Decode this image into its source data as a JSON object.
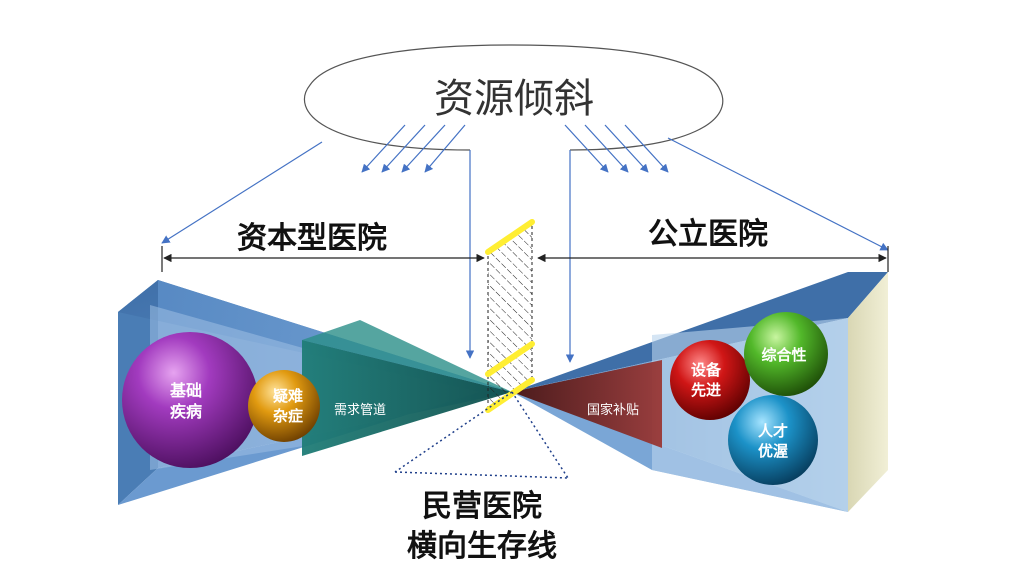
{
  "diagram": {
    "cloud_label": "资源倾斜",
    "left_label": "资本型医院",
    "right_label": "公立医院",
    "bottom_label_line1": "民营医院",
    "bottom_label_line2": "横向生存线",
    "left_channel_label": "需求管道",
    "right_channel_label": "国家补贴",
    "left_spheres": [
      {
        "line1": "基础",
        "line2": "疾病"
      },
      {
        "line1": "疑难",
        "line2": "杂症"
      }
    ],
    "right_spheres": [
      {
        "line1": "设备",
        "line2": "先进"
      },
      {
        "line1": "综合性",
        "line2": ""
      },
      {
        "line1": "人才",
        "line2": "优渥"
      }
    ]
  },
  "colors": {
    "arrow_blue": "#4472c4",
    "prism_blue": "#4a7db5",
    "channel_teal": "#1a6e6a",
    "channel_red": "#7a2a28",
    "highlight_yellow": "#ffee33",
    "right_side_panel": "#e8e6c8"
  }
}
